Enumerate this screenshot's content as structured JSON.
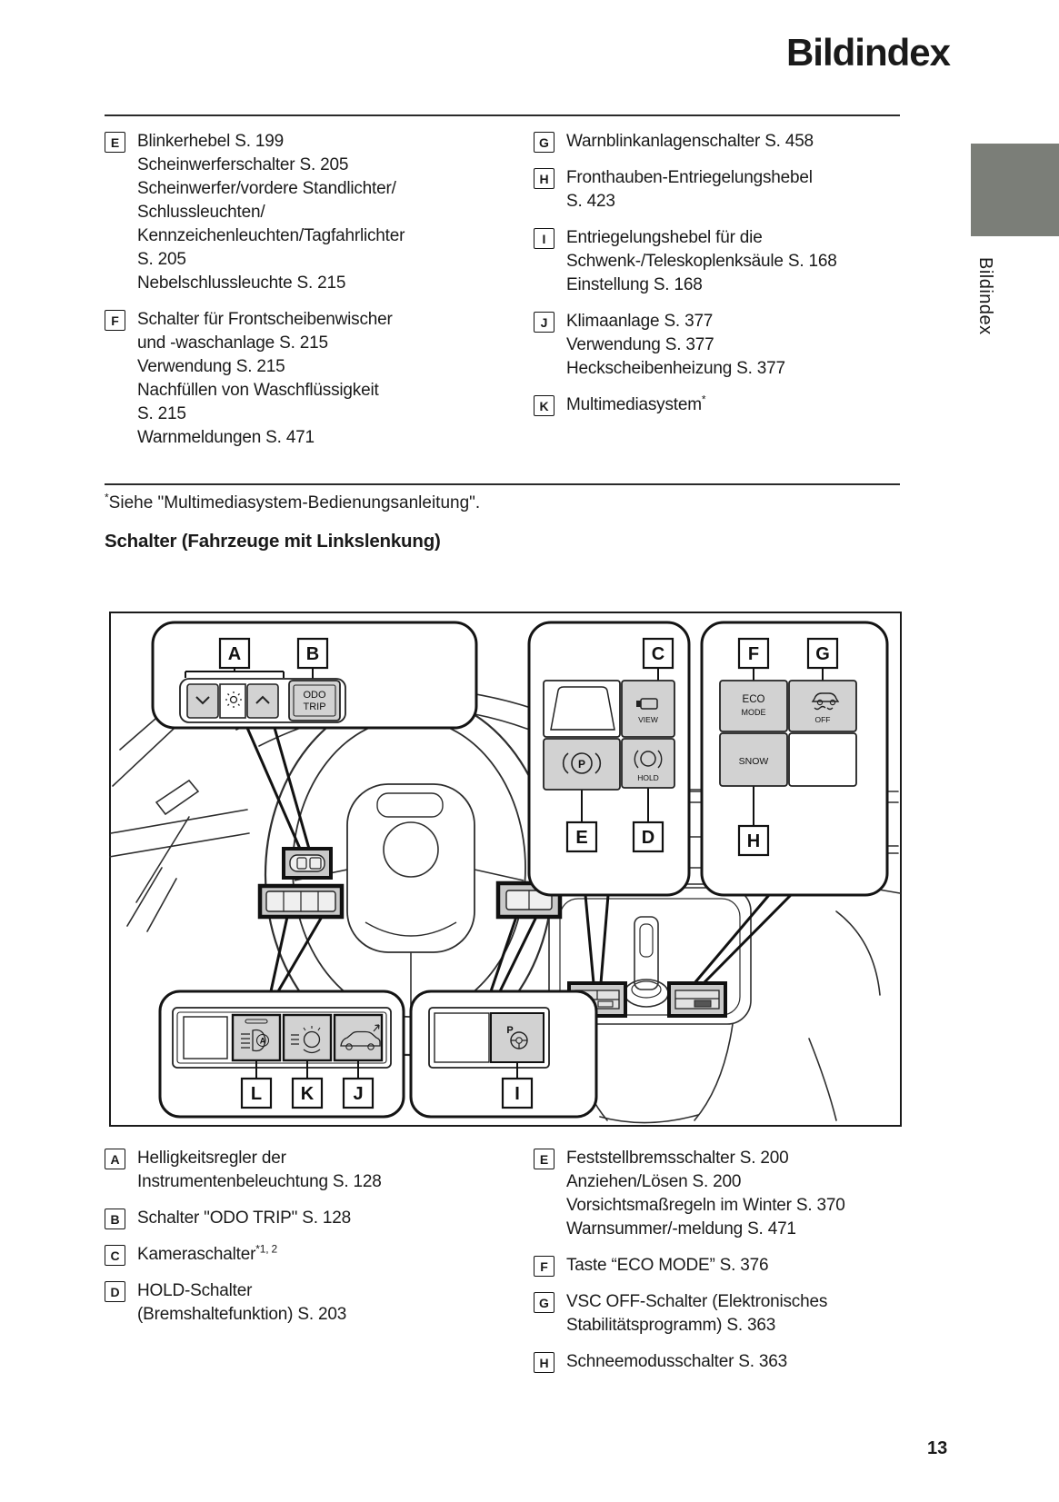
{
  "page": {
    "title": "Bildindex",
    "side_tab_label": "Bildindex",
    "page_number": "13",
    "tab_color": "#7b7e78",
    "button_gray": "#d2d2d2"
  },
  "footnote": {
    "sup": "*",
    "text": "Siehe \"Multimediasystem-Bedienungsanleitung\"."
  },
  "section_header": "Schalter (Fahrzeuge mit Linkslenkung)",
  "top_index": {
    "left": [
      {
        "letter": "E",
        "lines": [
          "Blinkerhebel S. 199",
          "Scheinwerferschalter S. 205",
          "Scheinwerfer/vordere Standlichter/",
          "Schlussleuchten/",
          "Kennzeichenleuchten/Tagfahrlichter",
          "S. 205",
          "Nebelschlussleuchte S. 215"
        ]
      },
      {
        "letter": "F",
        "lines": [
          "Schalter für Frontscheibenwischer",
          "und -waschanlage S. 215",
          "Verwendung S. 215",
          "Nachfüllen von Waschflüssigkeit",
          "S. 215",
          "Warnmeldungen S. 471"
        ]
      }
    ],
    "right": [
      {
        "letter": "G",
        "lines": [
          "Warnblinkanlagenschalter S. 458"
        ]
      },
      {
        "letter": "H",
        "lines": [
          "Fronthauben-Entriegelungshebel",
          "S. 423"
        ]
      },
      {
        "letter": "I",
        "lines": [
          "Entriegelungshebel für die",
          "Schwenk-/Teleskoplenksäule S. 168",
          "Einstellung S. 168"
        ]
      },
      {
        "letter": "J",
        "lines": [
          "Klimaanlage S. 377",
          "Verwendung S. 377",
          "Heckscheibenheizung S. 377"
        ]
      },
      {
        "letter": "K",
        "lines": [
          {
            "text": "Multimediasystem",
            "sup": "*"
          }
        ]
      }
    ]
  },
  "bottom_index": {
    "left": [
      {
        "letter": "A",
        "lines": [
          "Helligkeitsregler der",
          "Instrumentenbeleuchtung S. 128"
        ]
      },
      {
        "letter": "B",
        "lines": [
          "Schalter \"ODO TRIP\" S. 128"
        ]
      },
      {
        "letter": "C",
        "lines": [
          {
            "text": "Kameraschalter",
            "sup": "*1, 2"
          }
        ]
      },
      {
        "letter": "D",
        "lines": [
          "HOLD-Schalter",
          "(Bremshaltefunktion) S. 203"
        ]
      }
    ],
    "right": [
      {
        "letter": "E",
        "lines": [
          "Feststellbremsschalter S. 200",
          "Anziehen/Lösen S. 200",
          "Vorsichtsmaßregeln im Winter S. 370",
          "Warnsummer/-meldung S. 471"
        ]
      },
      {
        "letter": "F",
        "lines": [
          "Taste “ECO MODE” S. 376"
        ]
      },
      {
        "letter": "G",
        "lines": [
          "VSC OFF-Schalter (Elektronisches",
          "Stabilitätsprogramm) S. 363"
        ]
      },
      {
        "letter": "H",
        "lines": [
          "Schneemodusschalter S. 363"
        ]
      }
    ]
  },
  "diagram": {
    "callout_labels": {
      "a": "A",
      "b": "B",
      "c": "C",
      "d": "D",
      "e": "E",
      "f": "F",
      "g": "G",
      "h": "H",
      "i": "I",
      "j": "J",
      "k": "K",
      "l": "L"
    },
    "buttons": {
      "odo_line1": "ODO",
      "odo_line2": "TRIP",
      "view": "VIEW",
      "hold": "HOLD",
      "eco": "ECO",
      "eco_mode": "MODE",
      "vsc_off": "OFF",
      "snow": "SNOW",
      "park_brake": "P",
      "headlight_auto": "A",
      "steer_lock": "P"
    }
  }
}
